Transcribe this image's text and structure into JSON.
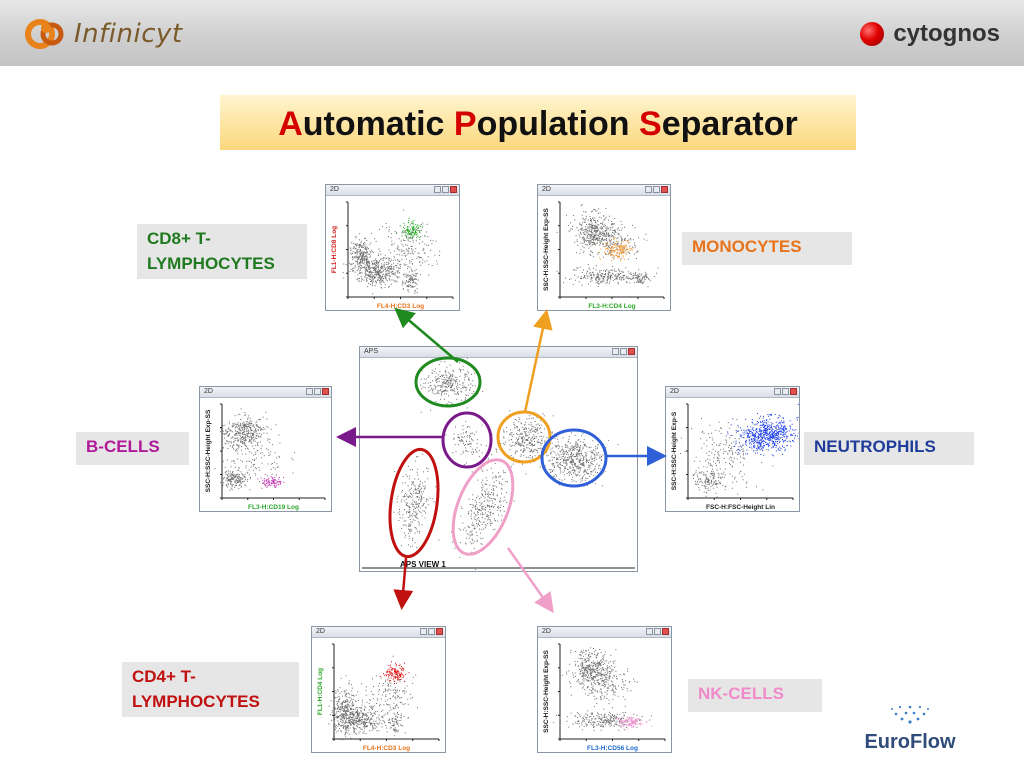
{
  "header": {
    "left_brand": "Infinicyt",
    "right_brand": "cytognos"
  },
  "title": {
    "initials": [
      "A",
      "P",
      "S"
    ],
    "rest": [
      "utomatic ",
      "opulation ",
      "eparator"
    ]
  },
  "populations": [
    {
      "label_l1": "CD8+ T-",
      "label_l2": "LYMPHOCYTES",
      "color": "#1f7a1f"
    },
    {
      "label": "MONOCYTES",
      "color": "#e8731a"
    },
    {
      "label": "B-CELLS",
      "color": "#b01a9a"
    },
    {
      "label": "NEUTROPHILS",
      "color": "#1f3c9a"
    },
    {
      "label_l1": "CD4+ T-",
      "label_l2": "LYMPHOCYTES",
      "color": "#c01010"
    },
    {
      "label": "NK-CELLS",
      "color": "#f08ac8"
    }
  ],
  "center_window": {
    "title": "APS",
    "footer": "APS VIEW 1"
  },
  "plots": {
    "cd8": {
      "title": "2D",
      "ylabel": "FL1-H:CD8 Log",
      "xlabel": "FL4-H:CD3 Log"
    },
    "mono": {
      "title": "2D",
      "ylabel": "SSC-H:SSC-Height Exp-SS",
      "xlabel": "FL3-H:CD4 Log"
    },
    "bcell": {
      "title": "2D",
      "ylabel": "SSC-H:SSC-Height Exp-SS",
      "xlabel": "FL3-H:CD19 Log"
    },
    "neut": {
      "title": "2D",
      "ylabel": "SSC-H:SSC-Height Exp-S",
      "xlabel": "FSC-H:FSC-Height Lin"
    },
    "cd4": {
      "title": "2D",
      "ylabel": "FL1-H:CD4 Log",
      "xlabel": "FL4-H:CD3 Log"
    },
    "nk": {
      "title": "2D",
      "ylabel": "SSC-H:SSC-Height Exp-SS",
      "xlabel": "FL3-H:CD56 Log"
    }
  },
  "footer_brand": {
    "part1": "Euro",
    "part2": "Flow"
  },
  "colors": {
    "green": "#1f8a1f",
    "orange": "#f0a020",
    "purple": "#7a1a8a",
    "blue": "#3060d8",
    "red": "#c01010",
    "pink": "#f0a0c8",
    "gray": "#6e6e6e"
  }
}
